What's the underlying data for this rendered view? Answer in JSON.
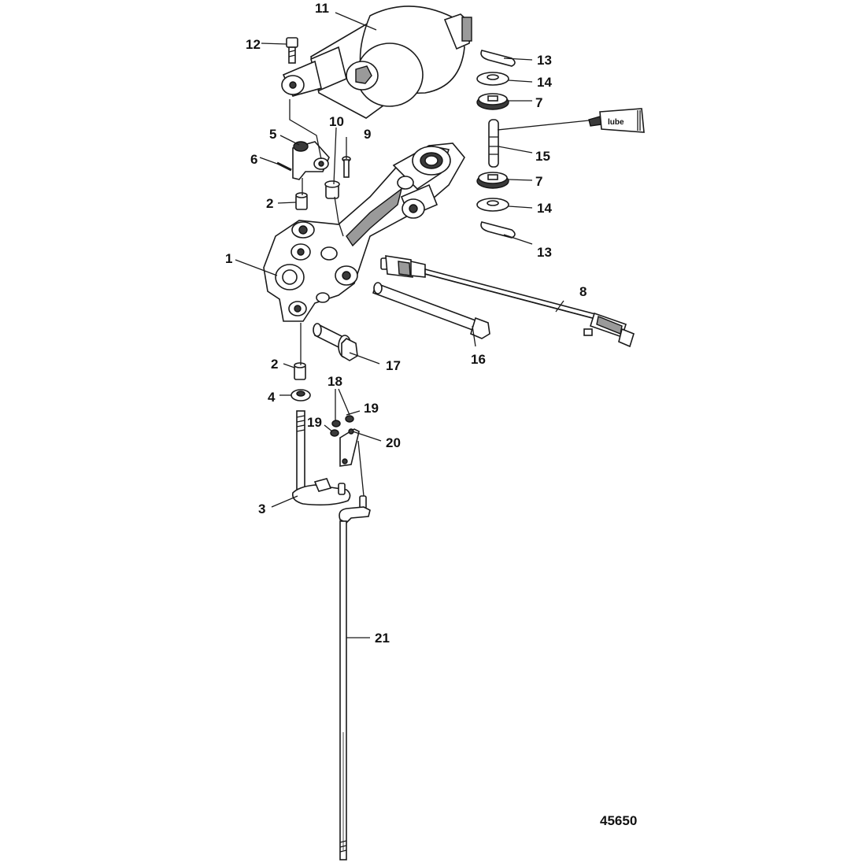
{
  "callouts": {
    "c1": "1",
    "c2a": "2",
    "c2b": "2",
    "c3": "3",
    "c4": "4",
    "c5": "5",
    "c6": "6",
    "c7a": "7",
    "c7b": "7",
    "c8": "8",
    "c9": "9",
    "c10": "10",
    "c11": "11",
    "c12": "12",
    "c13a": "13",
    "c13b": "13",
    "c14a": "14",
    "c14b": "14",
    "c15": "15",
    "c16": "16",
    "c17": "17",
    "c18": "18",
    "c19a": "19",
    "c19b": "19",
    "c20": "20",
    "c21": "21"
  },
  "lube_label": "lube",
  "figure_id": "45650"
}
